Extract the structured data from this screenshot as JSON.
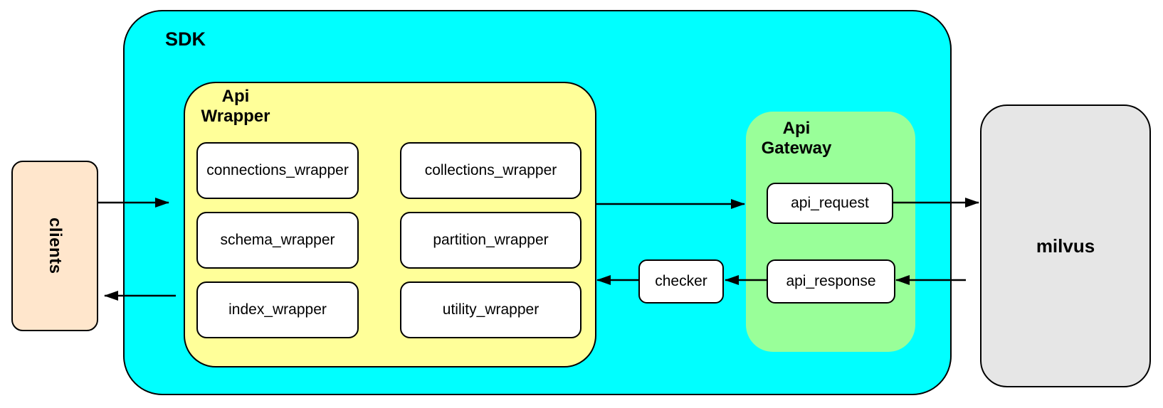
{
  "diagram": {
    "clients": {
      "label": "clients"
    },
    "sdk": {
      "label": "SDK",
      "api_wrapper": {
        "title": "Api\nWrapper",
        "modules": [
          "connections_wrapper",
          "collections_wrapper",
          "schema_wrapper",
          "partition_wrapper",
          "index_wrapper",
          "utility_wrapper"
        ]
      },
      "checker": {
        "label": "checker"
      },
      "api_gateway": {
        "title": "Api\nGateway",
        "request_label": "api_request",
        "response_label": "api_response"
      }
    },
    "milvus": {
      "label": "milvus"
    }
  },
  "colors": {
    "sdk_bg": "#00ffff",
    "wrapper_bg": "#ffff99",
    "gateway_bg": "#99ff99",
    "clients_bg": "#ffe6cc",
    "milvus_bg": "#e6e6e6",
    "node_bg": "#ffffff",
    "stroke": "#000000"
  }
}
